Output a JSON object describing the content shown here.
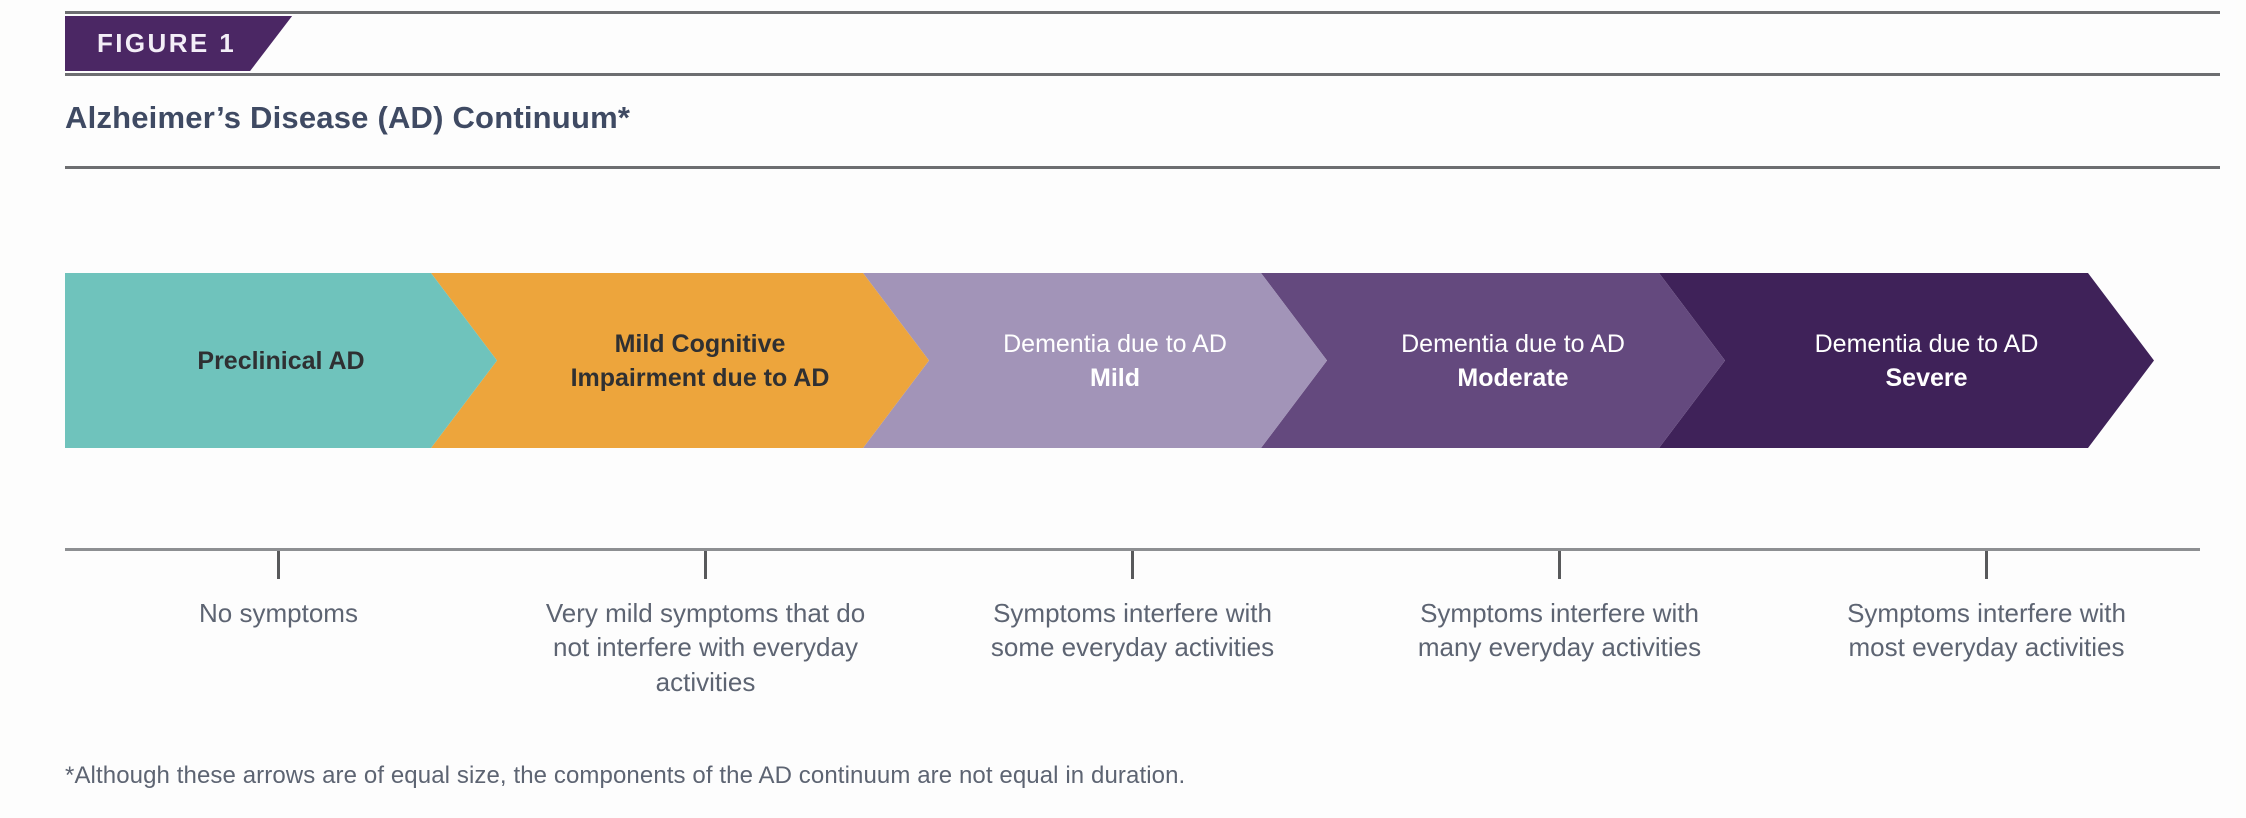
{
  "figure": {
    "tag_label": "FIGURE 1",
    "title": "Alzheimer’s Disease (AD) Continuum*",
    "footnote": "*Although these arrows are of equal size, the components of the AD continuum are not equal in duration."
  },
  "colors": {
    "tag_background": "#4b2764",
    "tag_text": "#f3eef7",
    "title_text": "#3f4a63",
    "rule": "#6d6e71",
    "timeline_rule": "#8d8f92",
    "tick_mark": "#58595b",
    "caption_text": "#5d6472",
    "stage_teal": "#6fc3bc",
    "stage_orange": "#eda53c",
    "stage_light_purple": "#a294b8",
    "stage_mid_purple": "#64497e",
    "stage_dark_purple": "#3f2259"
  },
  "chart_data": {
    "type": "diagram",
    "title": "Alzheimer’s Disease (AD) Continuum*",
    "stages": [
      {
        "line1": "Preclinical AD",
        "line2": "",
        "fill": "#6fc3bc",
        "text_color": "#2f3032",
        "caption": "No symptoms"
      },
      {
        "line1": "Mild Cognitive",
        "line2": "Impairment due to AD",
        "fill": "#eda53c",
        "text_color": "#2f3032",
        "caption": "Very mild symptoms that do not interfere with everyday activities"
      },
      {
        "line1": "Dementia due to AD",
        "line2": "Mild",
        "fill": "#a294b8",
        "text_color": "#ffffff",
        "caption": "Symptoms interfere with some everyday activities"
      },
      {
        "line1": "Dementia due to AD",
        "line2": "Moderate",
        "fill": "#64497e",
        "text_color": "#ffffff",
        "caption": "Symptoms interfere with many everyday activities"
      },
      {
        "line1": "Dementia due to AD",
        "line2": "Severe",
        "fill": "#3f2259",
        "text_color": "#ffffff",
        "caption": "Symptoms interfere with most everyday activities"
      }
    ]
  }
}
